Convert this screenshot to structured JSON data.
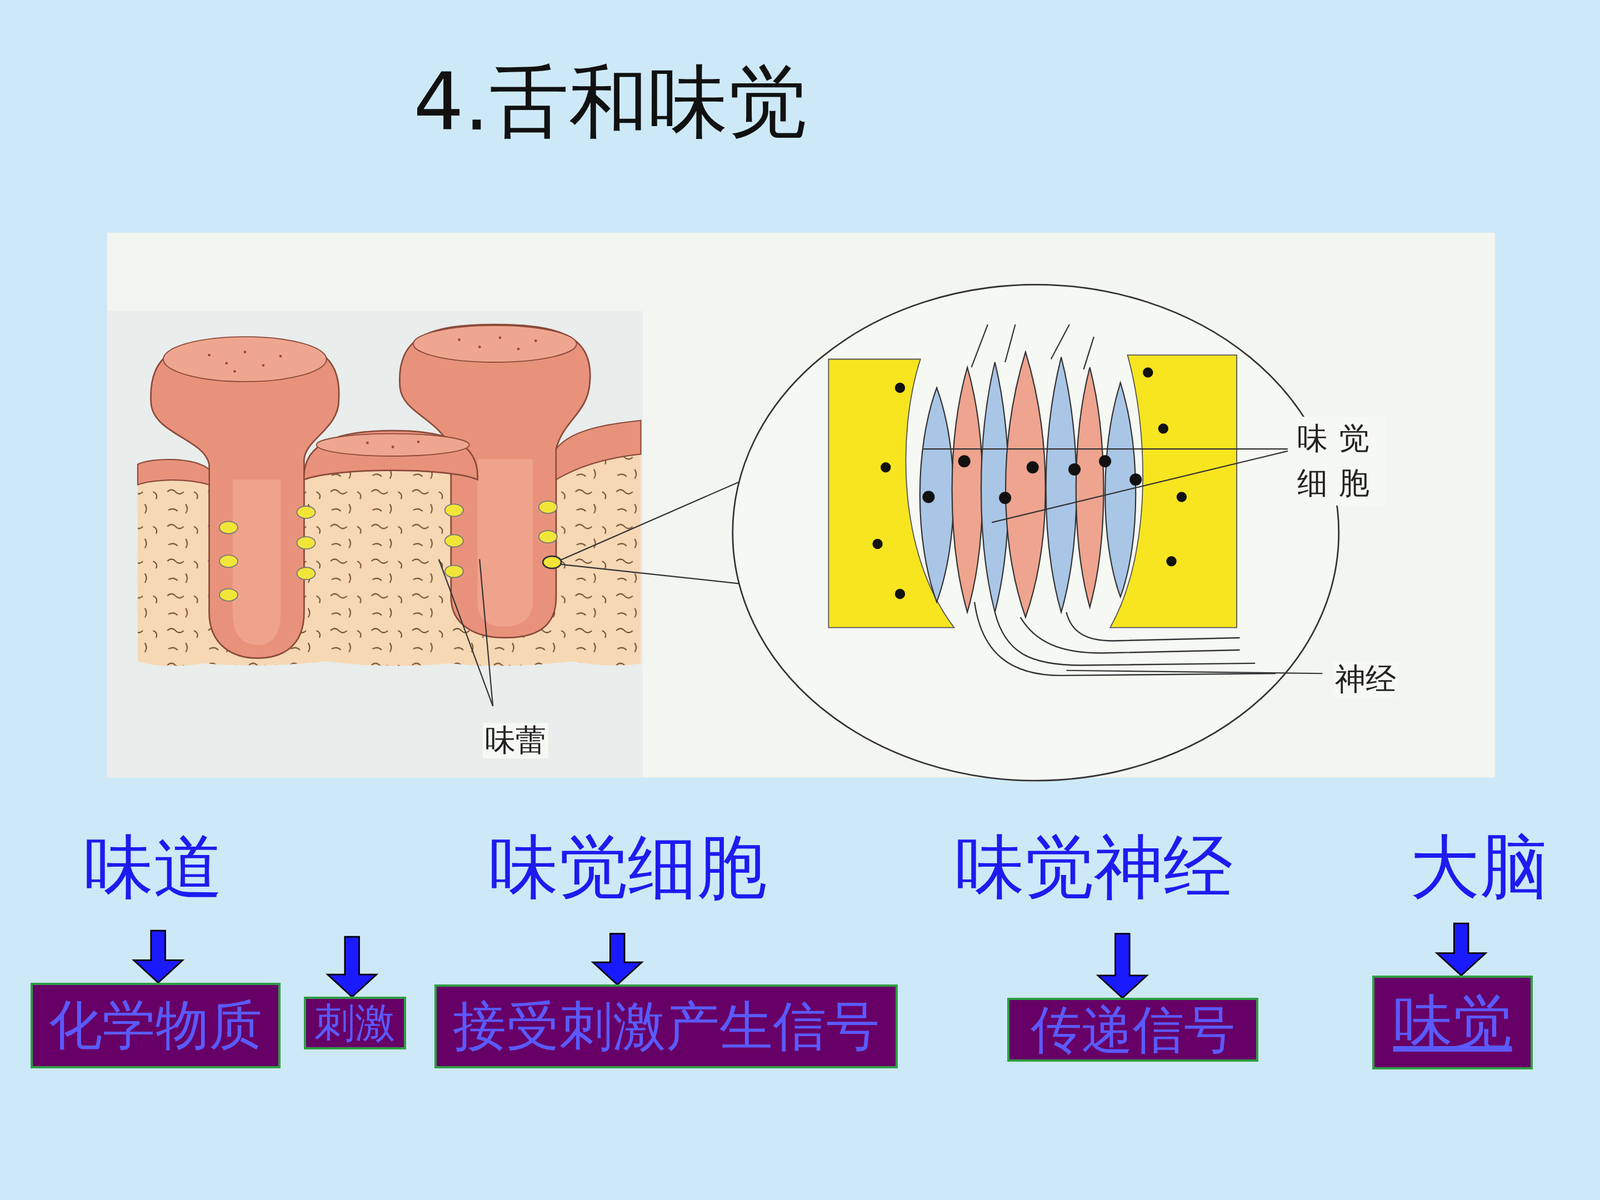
{
  "diagram": {
    "title": "4.舌和味觉",
    "nodes": [
      {
        "text": [
          "化学物质"
        ]
      },
      {
        "text": [
          "刺激"
        ]
      },
      {
        "text": [
          "接受刺激产生信号"
        ]
      },
      {
        "text": [
          "传递信号"
        ]
      },
      {
        "text": [
          "味觉"
        ]
      }
    ],
    "labels": [
      "味觉 细胞",
      "神经",
      "味蕾",
      "味道",
      "味觉细胞",
      "味觉神经",
      "大脑"
    ]
  }
}
